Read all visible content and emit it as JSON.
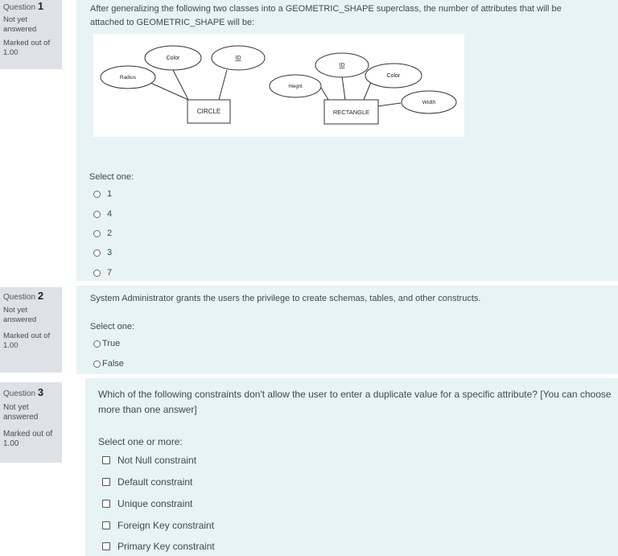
{
  "questions": [
    {
      "label": "Question",
      "number": "1",
      "state": "Not yet answered",
      "mark": "Marked out of 1.00",
      "text": "After generalizing the following two classes into a GEOMETRIC_SHAPE superclass, the number of attributes that will be attached to GEOMETRIC_SHAPE will be:",
      "prompt": "Select one:",
      "options": [
        "1",
        "4",
        "2",
        "3",
        "7"
      ],
      "diagram": {
        "circle_entity": "CIRCLE",
        "circle_attrs": [
          "Color",
          "ID",
          "Radius"
        ],
        "rect_entity": "RECTANGLE",
        "rect_attrs": [
          "ID",
          "Color",
          "Hiegnt",
          "Width"
        ]
      }
    },
    {
      "label": "Question",
      "number": "2",
      "state": "Not yet answered",
      "mark": "Marked out of 1.00",
      "text": "System Administrator grants the users the privilege to create schemas, tables, and other constructs.",
      "prompt": "Select one:",
      "options": [
        "True",
        "False"
      ]
    },
    {
      "label": "Question",
      "number": "3",
      "state": "Not yet answered",
      "mark": "Marked out of 1.00",
      "text": "Which of the following constraints don't allow the user to enter a duplicate value for a specific attribute? [You can choose more than one answer]",
      "prompt": "Select one or more:",
      "options": [
        "Not Null constraint",
        "Default constraint",
        "Unique constraint",
        "Foreign Key constraint",
        "Primary Key constraint"
      ]
    }
  ]
}
